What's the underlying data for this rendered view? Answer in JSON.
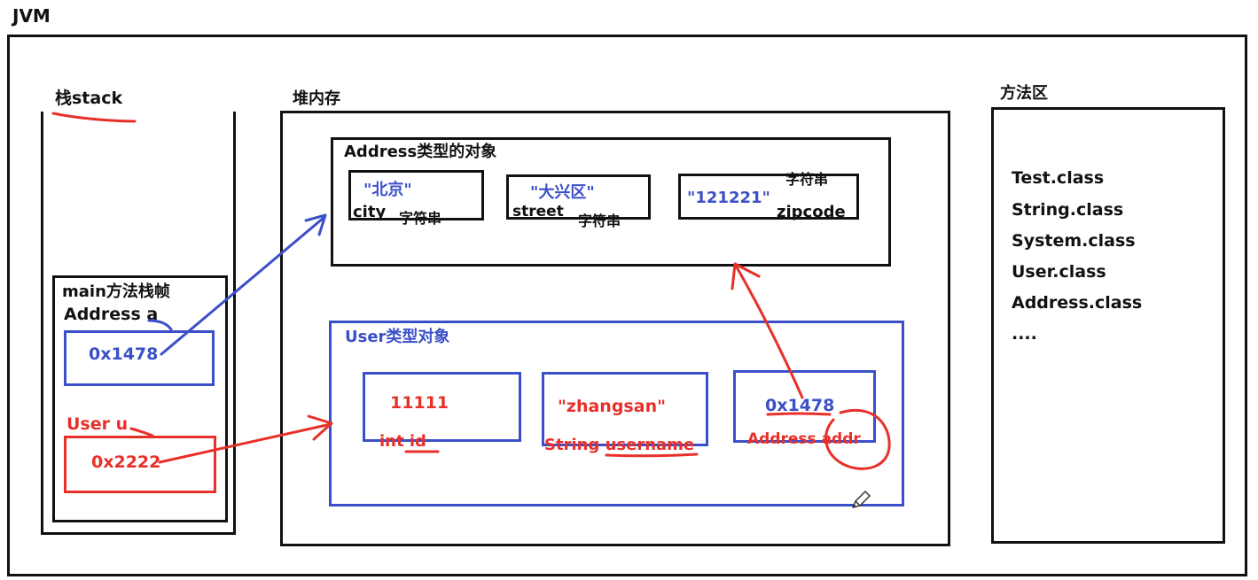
{
  "jvm": {
    "title": "JVM"
  },
  "stack": {
    "title": "栈stack",
    "frame": {
      "title": "main方法栈帧",
      "address_var": {
        "label": "Address a",
        "value": "0x1478"
      },
      "user_var": {
        "label": "User u",
        "value": "0x2222"
      }
    }
  },
  "heap": {
    "title": "堆内存",
    "address_object": {
      "title": "Address类型的对象",
      "fields": [
        {
          "value": "\"北京\"",
          "name": "city",
          "type": "字符串"
        },
        {
          "value": "\"大兴区\"",
          "name": "street",
          "type": "字符串"
        },
        {
          "value": "\"121221\"",
          "name": "zipcode",
          "type": "字符串"
        }
      ]
    },
    "user_object": {
      "title": "User类型对象",
      "fields": [
        {
          "value": "11111",
          "label": "int id"
        },
        {
          "value": "\"zhangsan\"",
          "label": "String username"
        },
        {
          "value": "0x1478",
          "label": "Address addr"
        }
      ]
    }
  },
  "method_area": {
    "title": "方法区",
    "classes": [
      "Test.class",
      "String.class",
      "System.class",
      "User.class",
      "Address.class",
      "...."
    ]
  },
  "colors": {
    "black": "#111111",
    "blue": "#3b4fc8",
    "red": "#e8302a"
  },
  "icons": {
    "cursor": "pencil-icon"
  }
}
